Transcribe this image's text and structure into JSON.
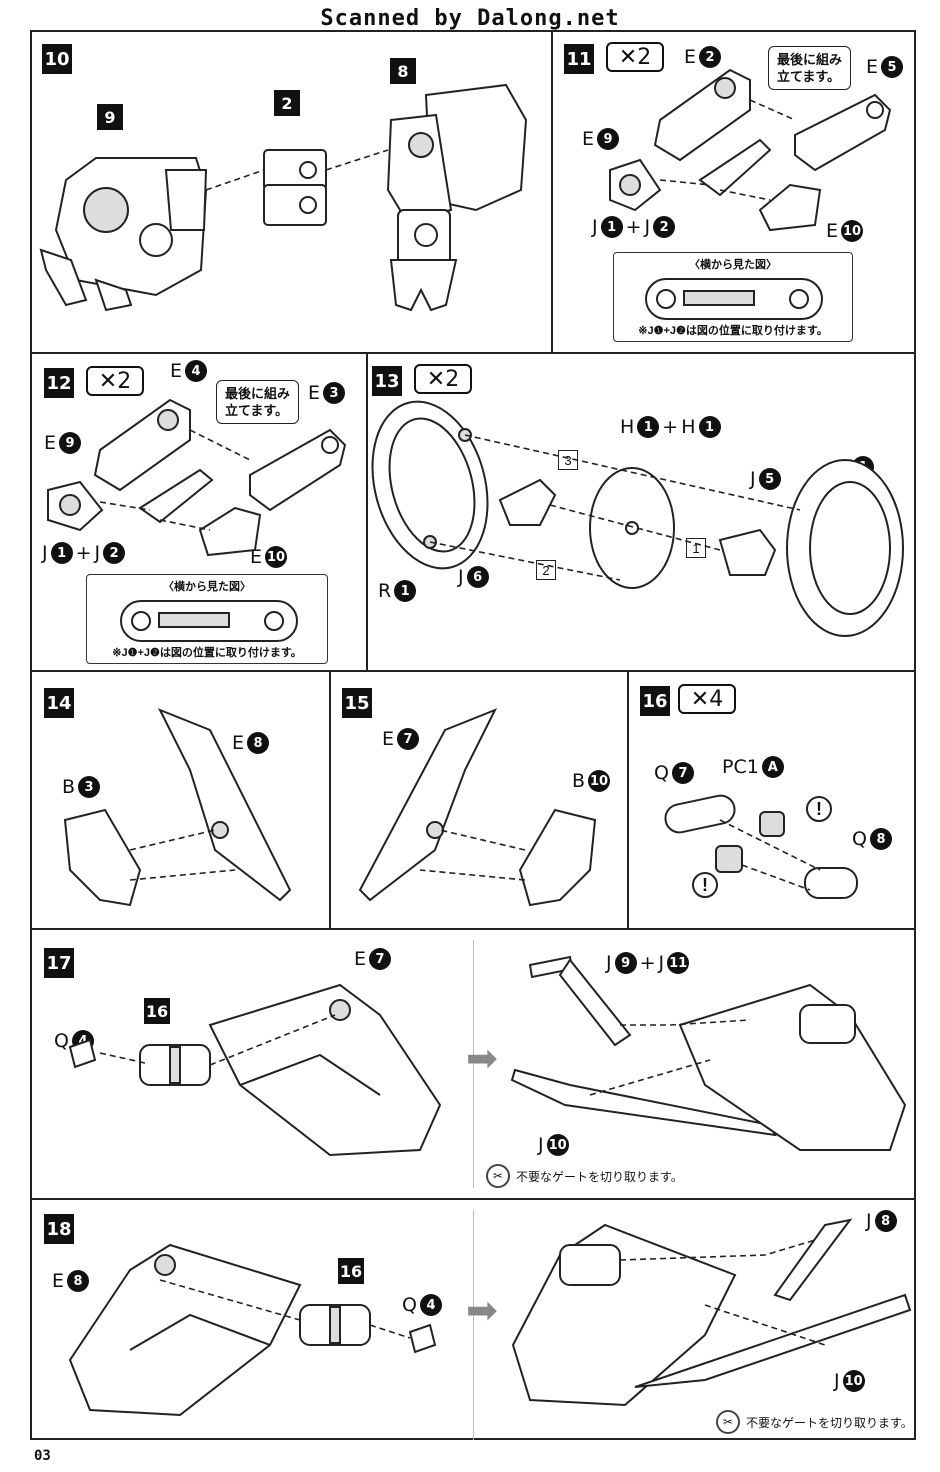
{
  "watermark": "Scanned by Dalong.net",
  "page_number": "03",
  "steps": {
    "s10": {
      "number": "10",
      "parts": [
        "9",
        "2",
        "8"
      ]
    },
    "s11": {
      "number": "11",
      "multiplier": "✕2",
      "labels": {
        "e2": "E",
        "e2n": "2",
        "e5": "E",
        "e5n": "5",
        "e9": "E",
        "e9n": "9",
        "e10": "E",
        "e10n": "10",
        "j1": "J",
        "j1n": "1",
        "plus": "+",
        "j2": "J",
        "j2n": "2"
      },
      "note": "最後に組み\n立てます。",
      "detail_title": "〈横から見た図〉",
      "detail_note": "※J❶+J❷は図の位置に取り付けます。"
    },
    "s12": {
      "number": "12",
      "multiplier": "✕2",
      "labels": {
        "e4": "E",
        "e4n": "4",
        "e3": "E",
        "e3n": "3",
        "e9": "E",
        "e9n": "9",
        "e10": "E",
        "e10n": "10",
        "j1": "J",
        "j1n": "1",
        "plus": "+",
        "j2": "J",
        "j2n": "2"
      },
      "note": "最後に組み\n立てます。",
      "detail_title": "〈横から見た図〉",
      "detail_note": "※J❶+J❷は図の位置に取り付けます。"
    },
    "s13": {
      "number": "13",
      "multiplier": "✕2",
      "labels": {
        "h1": "H",
        "h1n": "1",
        "plus": "+",
        "h1b": "H",
        "h1bn": "1",
        "j5": "J",
        "j5n": "5",
        "r1": "R",
        "r1n": "1",
        "j6": "J",
        "j6n": "6",
        "r1b": "R",
        "r1bn": "1"
      },
      "refs": [
        "3",
        "1",
        "2"
      ]
    },
    "s14": {
      "number": "14",
      "labels": {
        "e8": "E",
        "e8n": "8",
        "b3": "B",
        "b3n": "3"
      }
    },
    "s15": {
      "number": "15",
      "labels": {
        "e7": "E",
        "e7n": "7",
        "b10": "B",
        "b10n": "10"
      }
    },
    "s16": {
      "number": "16",
      "multiplier": "✕4",
      "labels": {
        "q7": "Q",
        "q7n": "7",
        "pc1": "PC1",
        "pc1n": "A",
        "q8": "Q",
        "q8n": "8"
      },
      "warn": "!"
    },
    "s17": {
      "number": "17",
      "sub": "16",
      "labels": {
        "q4": "Q",
        "q4n": "4",
        "e7": "E",
        "e7n": "7",
        "j9": "J",
        "j9n": "9",
        "plus": "+",
        "j11": "J",
        "j11n": "11",
        "j10": "J",
        "j10n": "10"
      },
      "gate_note": "不要なゲートを切り取ります。"
    },
    "s18": {
      "number": "18",
      "sub": "16",
      "labels": {
        "e8": "E",
        "e8n": "8",
        "q4": "Q",
        "q4n": "4",
        "j8": "J",
        "j8n": "8",
        "j10": "J",
        "j10n": "10"
      },
      "gate_note": "不要なゲートを切り取ります。"
    }
  },
  "icons": {
    "next": "next-step-arrow-icon",
    "gate": "nipper-icon",
    "warn": "caution-icon"
  }
}
